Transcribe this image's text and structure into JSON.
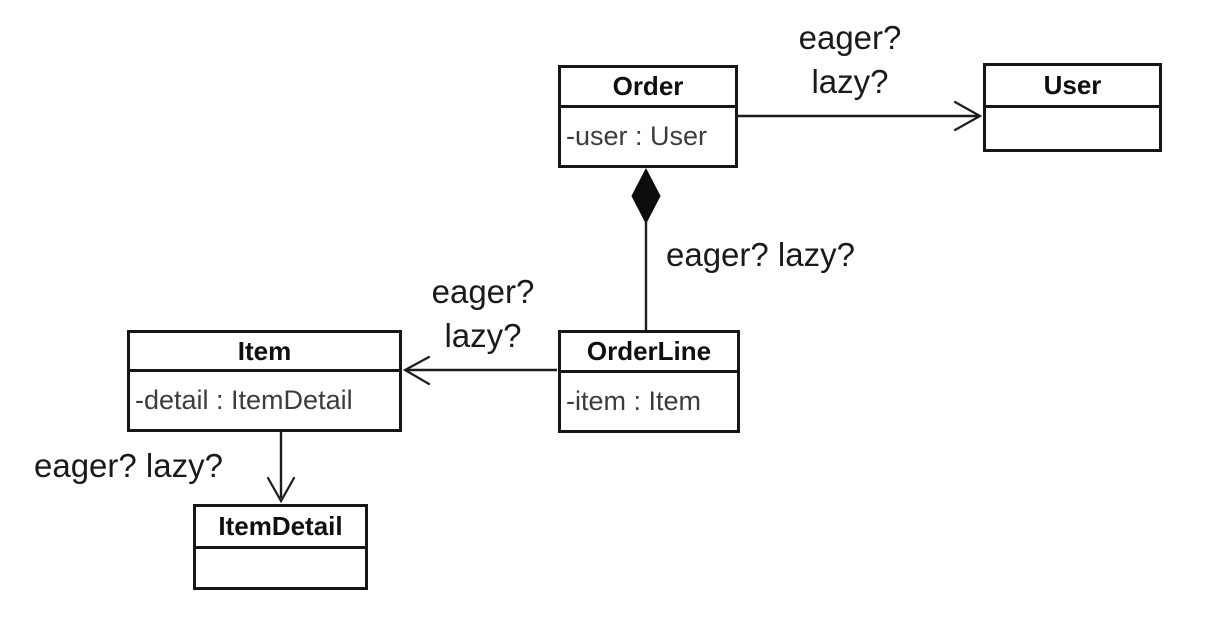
{
  "diagram": {
    "kind": "uml-class-diagram",
    "colors": {
      "background": "#ffffff",
      "stroke": "#1c1c1c",
      "title_text": "#0f0f0f",
      "attribute_text": "#3c3c3c",
      "label_text": "#1a1a1a"
    },
    "classes": [
      {
        "name": "Order",
        "attributes": [
          "-user : User"
        ]
      },
      {
        "name": "User",
        "attributes": []
      },
      {
        "name": "OrderLine",
        "attributes": [
          "-item : Item"
        ]
      },
      {
        "name": "Item",
        "attributes": [
          "-detail : ItemDetail"
        ]
      },
      {
        "name": "ItemDetail",
        "attributes": []
      }
    ],
    "edges": [
      {
        "from": "Order",
        "to": "User",
        "type": "directed-association",
        "label_lines": [
          "eager?",
          "lazy?"
        ]
      },
      {
        "from": "Order",
        "to": "OrderLine",
        "type": "composition",
        "label_lines": [
          "eager? lazy?"
        ]
      },
      {
        "from": "OrderLine",
        "to": "Item",
        "type": "directed-association",
        "label_lines": [
          "eager?",
          "lazy?"
        ]
      },
      {
        "from": "Item",
        "to": "ItemDetail",
        "type": "directed-association",
        "label_lines": [
          "eager? lazy?"
        ]
      }
    ]
  }
}
